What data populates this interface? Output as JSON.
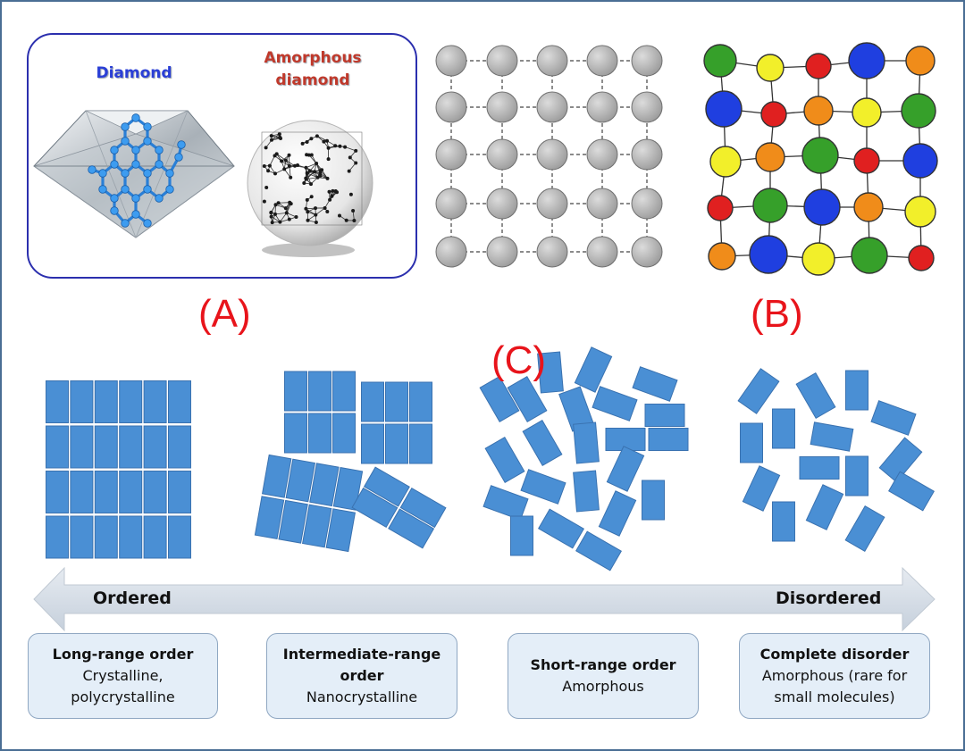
{
  "panels": {
    "label_a": "(A)",
    "label_b": "(B)",
    "label_c": "(C)"
  },
  "panel_a": {
    "diamond_label": "Diamond",
    "amorphous_label_line1": "Amorphous",
    "amorphous_label_line2": "diamond"
  },
  "scale": {
    "ordered": "Ordered",
    "disordered": "Disordered"
  },
  "order_boxes": [
    {
      "title": "Long-range order",
      "subtitle_line1": "Crystalline,",
      "subtitle_line2": "polycrystalline"
    },
    {
      "title_line1": "Intermediate-range",
      "title_line2": "order",
      "subtitle": "Nanocrystalline"
    },
    {
      "title": "Short-range order",
      "subtitle": "Amorphous"
    },
    {
      "title": "Complete disorder",
      "subtitle_line1": "Amorphous (rare for",
      "subtitle_line2": "small molecules)"
    }
  ],
  "colors": {
    "panel_label": "#e8141b",
    "diamond_label": "#2a3fd6",
    "amorphous_label": "#c0392b",
    "block_fill": "#4a8fd4",
    "grey_atom": "#b9b9b9",
    "atom_red": "#e02020",
    "atom_green": "#36a02a",
    "atom_blue": "#1f3fe0",
    "atom_yellow": "#f2ef2a",
    "atom_orange": "#f08c1a",
    "arrow_fill": "#d6dde6",
    "box_fill": "#e4eef8"
  }
}
